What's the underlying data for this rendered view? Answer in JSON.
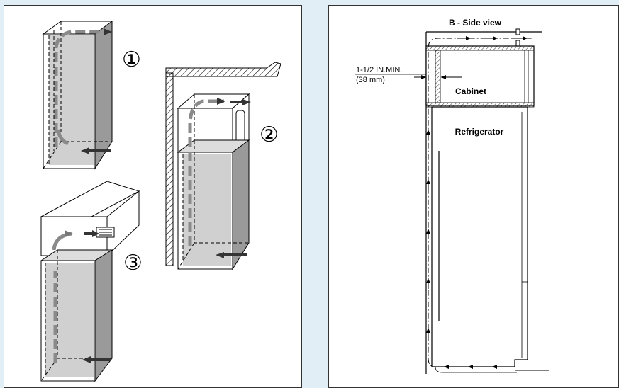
{
  "left_panel": {
    "steps": [
      "①",
      "②",
      "③"
    ]
  },
  "right_panel": {
    "title": "B - Side view",
    "clearance_label": "1-1/2 IN.MIN.",
    "clearance_metric": "(38 mm)",
    "cabinet_label": "Cabinet",
    "refrigerator_label": "Refrigerator"
  }
}
